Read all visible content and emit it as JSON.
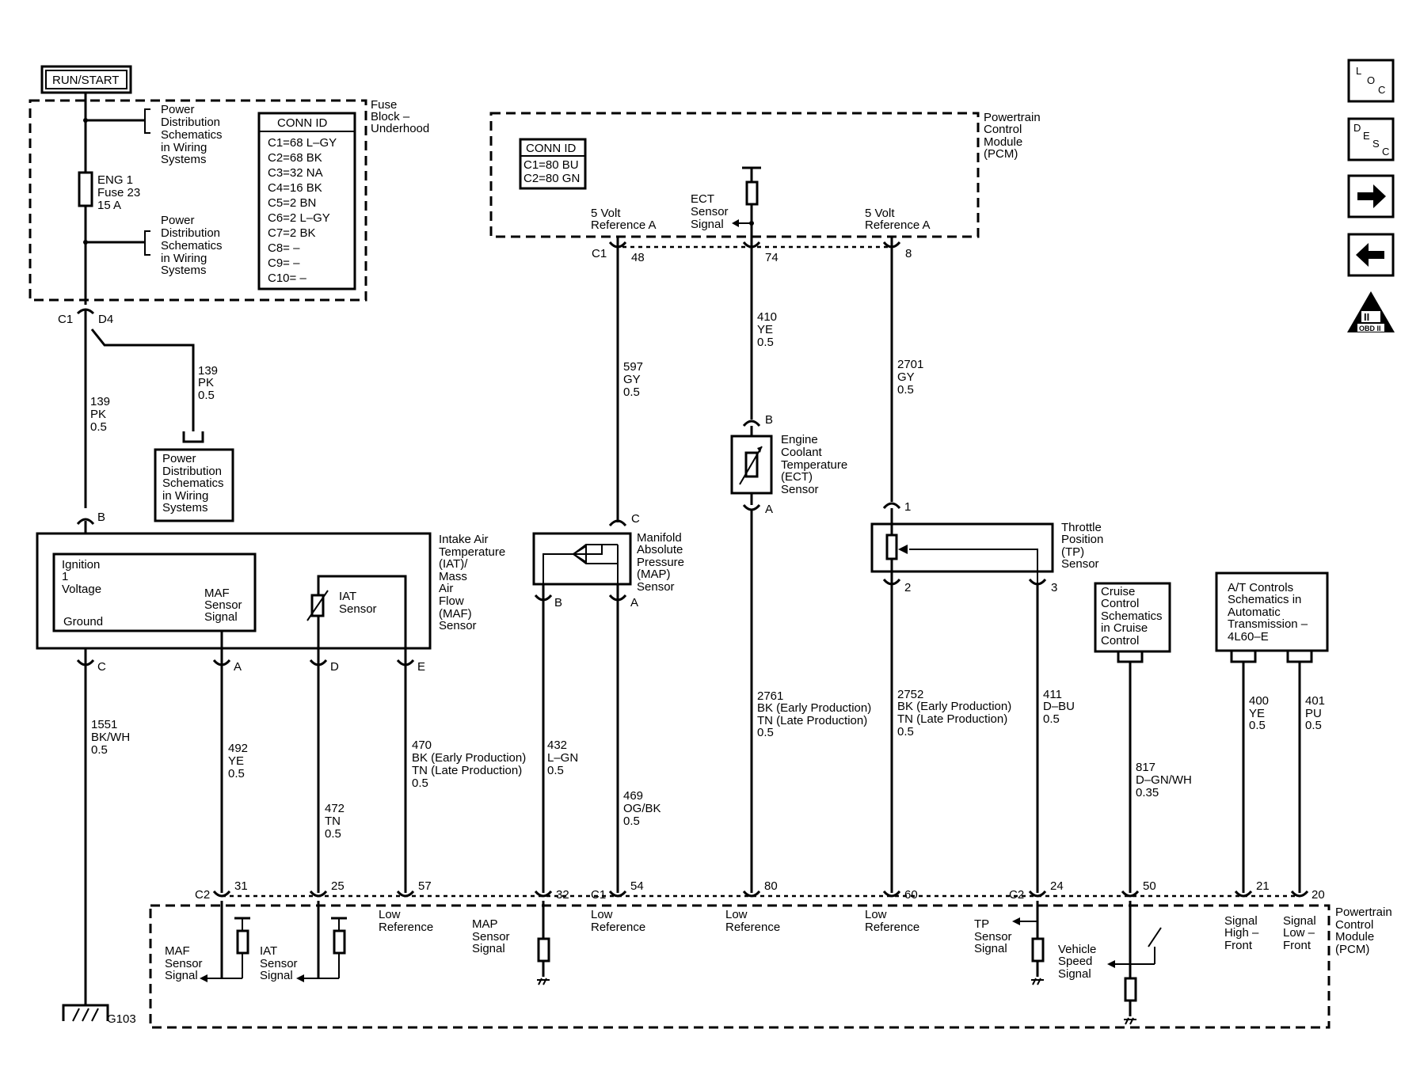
{
  "diagram": {
    "run_start": "RUN/START",
    "fuse_block": [
      "Fuse",
      "Block –",
      "Underhood"
    ],
    "power_dist_1": [
      "Power",
      "Distribution",
      "Schematics",
      "in Wiring",
      "Systems"
    ],
    "power_dist_2": [
      "Power",
      "Distribution",
      "Schematics",
      "in Wiring",
      "Systems"
    ],
    "power_dist_3": [
      "Power",
      "Distribution",
      "Schematics",
      "in Wiring",
      "Systems"
    ],
    "fuse": [
      "ENG 1",
      "Fuse 23",
      "15 A"
    ],
    "conn_id_1": {
      "title": "CONN ID",
      "rows": [
        "C1=68 L–GY",
        "C2=68 BK",
        "C3=32 NA",
        "C4=16 BK",
        "C5=2 BN",
        "C6=2 L–GY",
        "C7=2 BK",
        "C8= –",
        "C9= –",
        "C10= –"
      ]
    },
    "conn_id_2": {
      "title": "CONN ID",
      "rows": [
        "C1=80 BU",
        "C2=80 GN"
      ]
    },
    "pcm_label": [
      "Powertrain",
      "Control",
      "Module",
      "(PCM)"
    ],
    "pcm_label_bottom": [
      "Powertrain",
      "Control",
      "Module",
      "(PCM)"
    ],
    "c1": "C1",
    "c2": "C2",
    "pins": {
      "d4": "D4",
      "b": "B",
      "c": "C",
      "a": "A",
      "d": "D",
      "e": "E",
      "p48": "48",
      "p74": "74",
      "p8": "8",
      "p1": "1",
      "p2": "2",
      "p3": "3",
      "p31": "31",
      "p25": "25",
      "p57": "57",
      "p32": "32",
      "p54": "54",
      "p80": "80",
      "p60": "60",
      "p24": "24",
      "p50": "50",
      "p21": "21",
      "p20": "20"
    },
    "wires": {
      "w139_right": [
        "139",
        "PK",
        "0.5"
      ],
      "w139_left": [
        "139",
        "PK",
        "0.5"
      ],
      "w597": [
        "597",
        "GY",
        "0.5"
      ],
      "w410": [
        "410",
        "YE",
        "0.5"
      ],
      "w2701": [
        "2701",
        "GY",
        "0.5"
      ],
      "w1551": [
        "1551",
        "BK/WH",
        "0.5"
      ],
      "w492": [
        "492",
        "YE",
        "0.5"
      ],
      "w472": [
        "472",
        "TN",
        "0.5"
      ],
      "w470": [
        "470",
        "BK (Early Production)",
        "TN (Late Production)",
        "0.5"
      ],
      "w432": [
        "432",
        "L–GN",
        "0.5"
      ],
      "w469": [
        "469",
        "OG/BK",
        "0.5"
      ],
      "w2761": [
        "2761",
        "BK (Early Production)",
        "TN (Late Production)",
        "0.5"
      ],
      "w2752": [
        "2752",
        "BK (Early Production)",
        "TN (Late Production)",
        "0.5"
      ],
      "w411": [
        "411",
        "D–BU",
        "0.5"
      ],
      "w817": [
        "817",
        "D–GN/WH",
        "0.35"
      ],
      "w400": [
        "400",
        "YE",
        "0.5"
      ],
      "w401": [
        "401",
        "PU",
        "0.5"
      ]
    },
    "five_volt_ref_1": [
      "5 Volt",
      "Reference A"
    ],
    "five_volt_ref_2": [
      "5 Volt",
      "Reference A"
    ],
    "ect_signal": [
      "ECT",
      "Sensor",
      "Signal"
    ],
    "ect_sensor": [
      "Engine",
      "Coolant",
      "Temperature",
      "(ECT)",
      "Sensor"
    ],
    "maf_sensor": [
      "Intake Air",
      "Temperature",
      "(IAT)/",
      "Mass",
      "Air",
      "Flow",
      "(MAF)",
      "Sensor"
    ],
    "ignition_voltage": [
      "Ignition",
      "1",
      "Voltage"
    ],
    "maf_sensor_signal": [
      "MAF",
      "Sensor",
      "Signal"
    ],
    "ground_label": "Ground",
    "iat_sensor": [
      "IAT",
      "Sensor"
    ],
    "map_sensor": [
      "Manifold",
      "Absolute",
      "Pressure",
      "(MAP)",
      "Sensor"
    ],
    "tp_sensor": [
      "Throttle",
      "Position",
      "(TP)",
      "Sensor"
    ],
    "cruise_control": [
      "Cruise",
      "Control",
      "Schematics",
      "in Cruise",
      "Control"
    ],
    "at_controls": [
      "A/T Controls",
      "Schematics in",
      "Automatic",
      "Transmission –",
      "4L60–E"
    ],
    "low_reference": [
      "Low",
      "Reference"
    ],
    "pcm_maf_signal": [
      "MAF",
      "Sensor",
      "Signal"
    ],
    "pcm_iat_signal": [
      "IAT",
      "Sensor",
      "Signal"
    ],
    "pcm_map_signal": [
      "MAP",
      "Sensor",
      "Signal"
    ],
    "pcm_tp_signal": [
      "TP",
      "Sensor",
      "Signal"
    ],
    "vehicle_speed": [
      "Vehicle",
      "Speed",
      "Signal"
    ],
    "signal_high_front": [
      "Signal",
      "High –",
      "Front"
    ],
    "signal_low_front": [
      "Signal",
      "Low –",
      "Front"
    ],
    "ground_g103": "G103"
  },
  "nav": {
    "loc": [
      "L",
      "O",
      "C"
    ],
    "desc": [
      "D",
      "E",
      "S",
      "C"
    ],
    "obd": "OBD II",
    "obd_mark": "II"
  }
}
